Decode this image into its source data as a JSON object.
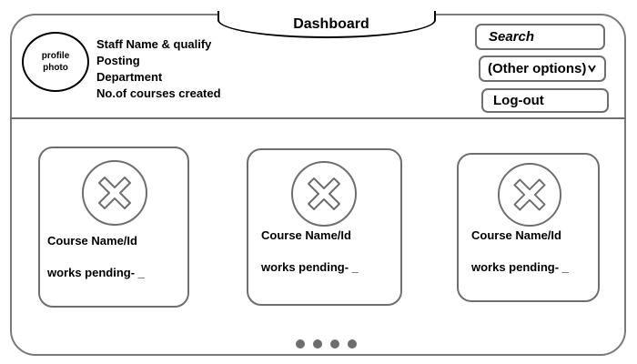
{
  "header": {
    "title": "Dashboard",
    "profile_photo_label": "profile photo",
    "info": [
      "Staff Name & qualify",
      "Posting",
      "Department",
      "No.of courses created"
    ],
    "search_label": "Search",
    "options_label": "(Other options)",
    "options_icon": "chevron-down-icon",
    "logout_label": "Log-out"
  },
  "courses": [
    {
      "name": "Course Name/Id",
      "pending": "works pending- _",
      "icon": "close-icon"
    },
    {
      "name": "Course Name/Id",
      "pending": "works pending- _",
      "icon": "close-icon"
    },
    {
      "name": "Course Name/Id",
      "pending": "works pending- _",
      "icon": "close-icon"
    }
  ],
  "pagination": {
    "dot_count": 4
  },
  "colors": {
    "border": "#6e6e6e",
    "text": "#000000",
    "background": "#ffffff"
  }
}
